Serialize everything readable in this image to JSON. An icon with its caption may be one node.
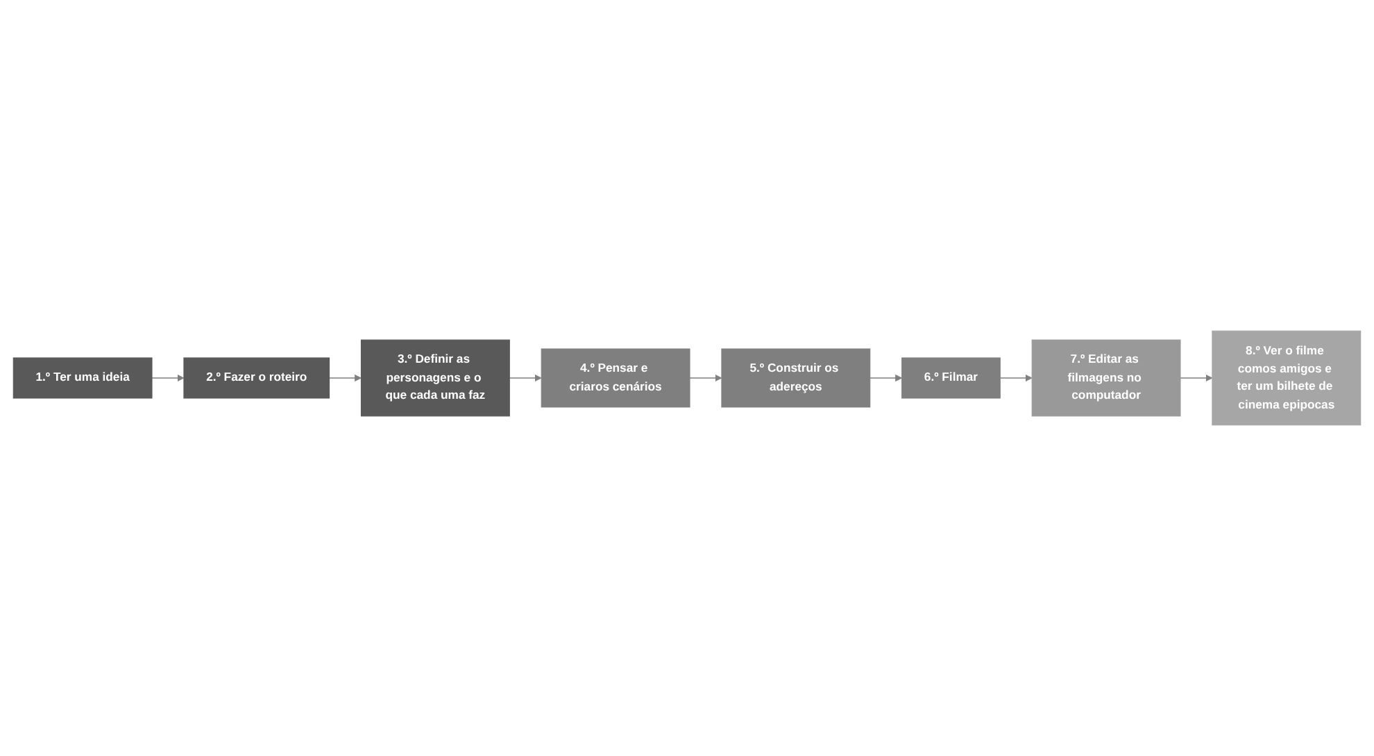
{
  "diagram": {
    "nodes": [
      {
        "text": [
          "1.º Ter uma ideia"
        ]
      },
      {
        "text": [
          "2.º Fazer o roteiro"
        ]
      },
      {
        "text": [
          "3.º Definir as personagens e o que cada uma faz"
        ]
      },
      {
        "text": [
          "4.º Pensar e criaros cenários"
        ]
      },
      {
        "text": [
          "5.º Construir os adereços"
        ]
      },
      {
        "text": [
          "6.º Filmar"
        ]
      },
      {
        "text": [
          "7.º Editar as filmagens no computador"
        ]
      },
      {
        "text": [
          "8.º Ver o filme comos amigos e ter um bilhete de cinema epipocas"
        ]
      }
    ],
    "edges": [
      {
        "from": 0,
        "to": 1,
        "arrow": "to"
      },
      {
        "from": 1,
        "to": 2,
        "arrow": "to"
      },
      {
        "from": 2,
        "to": 3,
        "arrow": "to"
      },
      {
        "from": 3,
        "to": 4,
        "arrow": "to"
      },
      {
        "from": 4,
        "to": 5,
        "arrow": "to"
      },
      {
        "from": 5,
        "to": 6,
        "arrow": "to"
      },
      {
        "from": 6,
        "to": 7,
        "arrow": "to"
      }
    ]
  }
}
